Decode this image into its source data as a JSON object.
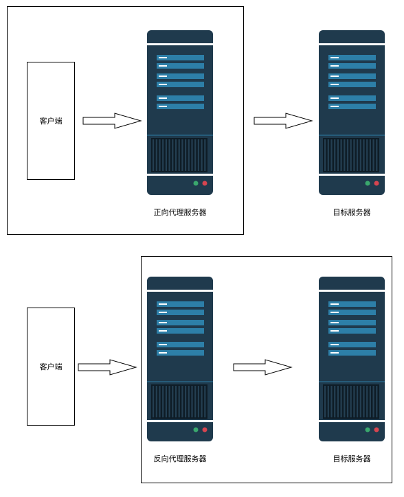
{
  "top": {
    "client_label": "客户端",
    "proxy_label": "正向代理服务器",
    "target_label": "目标服务器"
  },
  "bottom": {
    "client_label": "客户端",
    "proxy_label": "反向代理服务器",
    "target_label": "目标服务器"
  },
  "colors": {
    "server_body": "#1f3a4d",
    "server_panel": "#2d7fa8",
    "server_stripe": "#ffffff",
    "led_green": "#3aa76d",
    "led_red": "#d64550",
    "line": "#000000"
  }
}
